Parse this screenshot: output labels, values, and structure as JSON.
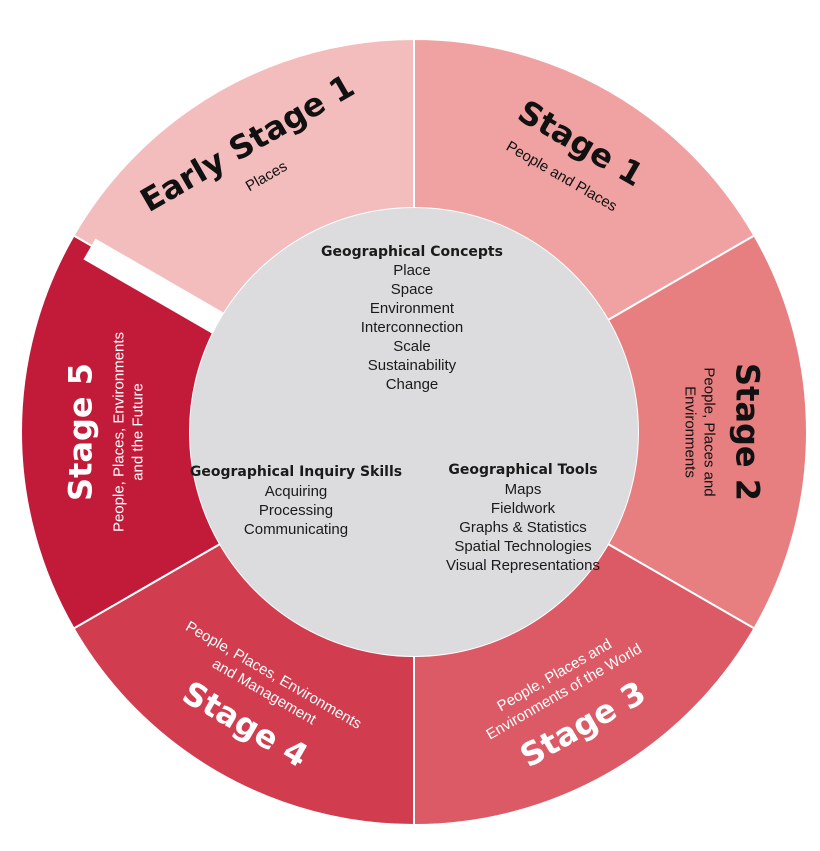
{
  "stages": [
    {
      "id": "early-stage-1",
      "title": "Early Stage 1",
      "subtitle": [
        "Places"
      ],
      "color": "#f4bdbd",
      "text_color": "#111111"
    },
    {
      "id": "stage-1",
      "title": "Stage 1",
      "subtitle": [
        "People and Places"
      ],
      "color": "#f0a1a1",
      "text_color": "#111111"
    },
    {
      "id": "stage-2",
      "title": "Stage 2",
      "subtitle": [
        "People, Places and",
        "Environments"
      ],
      "color": "#e77f80",
      "text_color": "#111111"
    },
    {
      "id": "stage-3",
      "title": "Stage 3",
      "subtitle": [
        "People, Places and",
        "Environments of the World"
      ],
      "color": "#db5a66",
      "text_color": "#ffffff"
    },
    {
      "id": "stage-4",
      "title": "Stage 4",
      "subtitle": [
        "People, Places, Environments",
        "and Management"
      ],
      "color": "#d13c4e",
      "text_color": "#ffffff"
    },
    {
      "id": "stage-5",
      "title": "Stage 5",
      "subtitle": [
        "People, Places, Environments",
        "and the Future"
      ],
      "color": "#c21b3a",
      "text_color": "#ffffff"
    }
  ],
  "center": {
    "color": "#dcdcde",
    "concepts": {
      "heading": "Geographical Concepts",
      "items": [
        "Place",
        "Space",
        "Environment",
        "Interconnection",
        "Scale",
        "Sustainability",
        "Change"
      ]
    },
    "inquiry": {
      "heading": "Geographical Inquiry Skills",
      "items": [
        "Acquiring",
        "Processing",
        "Communicating"
      ]
    },
    "tools": {
      "heading": "Geographical Tools",
      "items": [
        "Maps",
        "Fieldwork",
        "Graphs & Statistics",
        "Spatial Technologies",
        "Visual Representations"
      ]
    }
  }
}
